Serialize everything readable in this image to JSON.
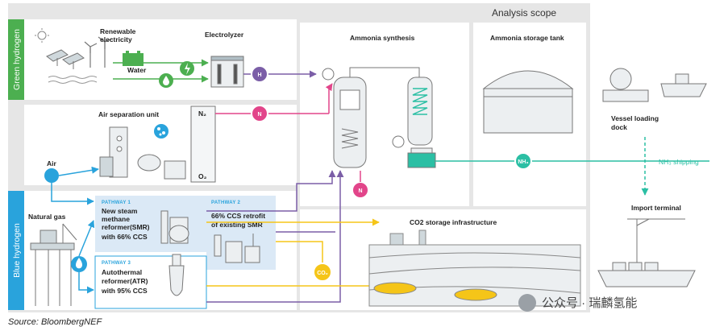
{
  "analysis_scope": "Analysis scope",
  "sections": {
    "green_hydrogen": "Green hydrogen",
    "blue_hydrogen": "Blue hydrogen"
  },
  "labels": {
    "renewable_electricity": [
      "Renewable",
      "electricity"
    ],
    "electrolyzer": "Electrolyzer",
    "water": "Water",
    "air_separation_unit": "Air separation unit",
    "air": "Air",
    "natural_gas": "Natural gas",
    "ammonia_synthesis": "Ammonia synthesis",
    "ammonia_storage_tank": "Ammonia storage tank",
    "vessel_loading_dock": [
      "Vessel loading",
      "dock"
    ],
    "nh3_shipping": "NH₃ shipping",
    "import_terminal": "Import terminal",
    "co2_storage": "CO2 storage infrastructure"
  },
  "pathways": [
    {
      "tag": "PATHWAY 1",
      "title": [
        "New steam",
        "methane",
        "reformer(SMR)",
        "with 66% CCS"
      ]
    },
    {
      "tag": "PATHWAY 2",
      "title": [
        "66% CCS retrofit",
        "of existing SMR"
      ]
    },
    {
      "tag": "PATHWAY 3",
      "title": [
        "Autothermal",
        "reformer(ATR)",
        "with 95% CCS"
      ]
    }
  ],
  "badges": {
    "h": "H",
    "n": "N",
    "nh3": "NH₃",
    "n2": "N₂",
    "o2": "O₂",
    "co2": "CO₂"
  },
  "source": "Source: BloombergNEF",
  "watermark": "公众号 · 瑞麟氢能",
  "colors": {
    "green": "#4caf50",
    "blue": "#29a3dc",
    "purple": "#7b5ea7",
    "pink": "#e2458a",
    "teal": "#2bbfa4",
    "yellow": "#f5c518",
    "panel": "#e6e6e6"
  }
}
